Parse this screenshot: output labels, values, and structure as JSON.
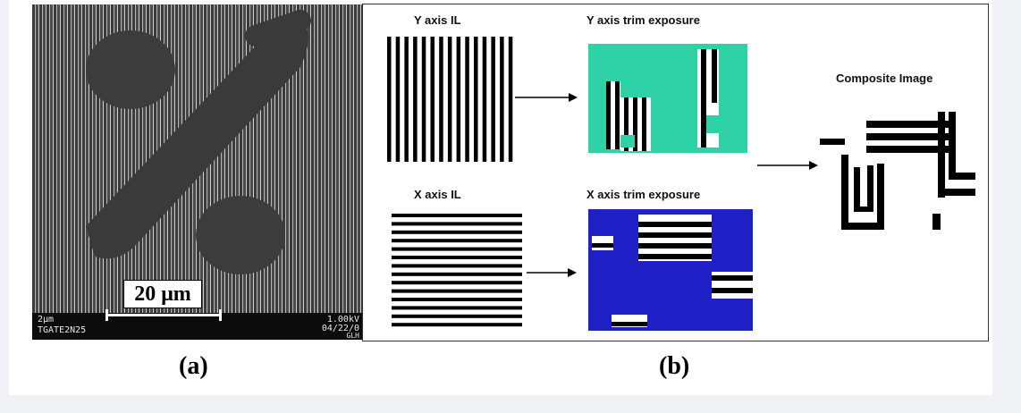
{
  "panel_a": {
    "caption": "(a)",
    "scale_label": "20 μm",
    "databar": {
      "top_left": "2μm",
      "bottom_left": "TGATE2N25",
      "top_right": "1.00kV",
      "bottom_right": "04/22/0",
      "bottom_right_2": "GLH"
    }
  },
  "panel_b": {
    "caption": "(b)",
    "labels": {
      "y_il": "Y axis IL",
      "y_trim": "Y axis trim exposure",
      "x_il": "X axis IL",
      "x_trim": "X axis trim exposure",
      "composite": "Composite Image"
    },
    "colors": {
      "y_trim_bg": "#2fd1a6",
      "x_trim_bg": "#2020c8",
      "line": "#000000",
      "clear": "#ffffff"
    }
  }
}
